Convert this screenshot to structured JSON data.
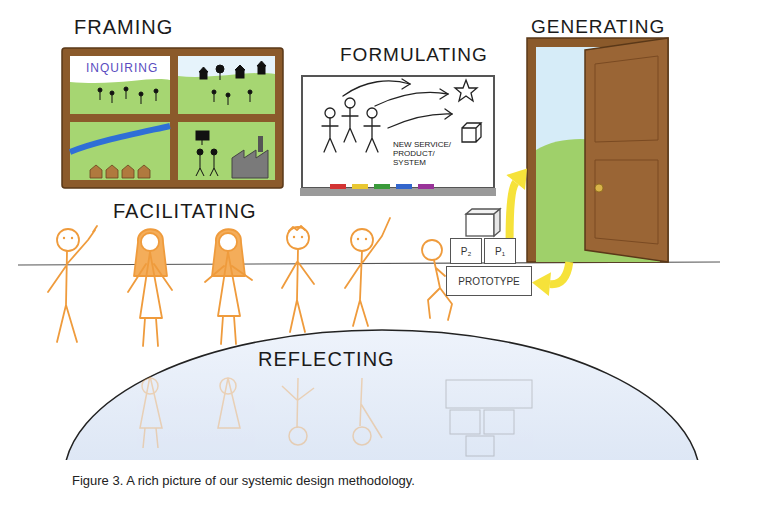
{
  "diagram": {
    "caption": "Figure 3. A rich picture of our systemic design methodology.",
    "nodes": [
      {
        "text": [
          "FRAMING",
          "INQUIRING"
        ]
      },
      {
        "text": [
          "FORMULATING",
          "NEW SERVICE/ PRODUCT/ SYSTEM"
        ]
      },
      {
        "text": [
          "GENERATING"
        ]
      },
      {
        "text": [
          "P₂"
        ]
      },
      {
        "text": [
          "P₁"
        ]
      },
      {
        "text": [
          "PROTOTYPE"
        ]
      },
      {
        "text": [
          "REFLECTING"
        ]
      }
    ],
    "edges": [
      {
        "from": 4,
        "to": 2,
        "arrow": "to"
      },
      {
        "from": 2,
        "to": 5,
        "arrow": "to"
      }
    ],
    "labels": [
      "FACILITATING"
    ]
  }
}
